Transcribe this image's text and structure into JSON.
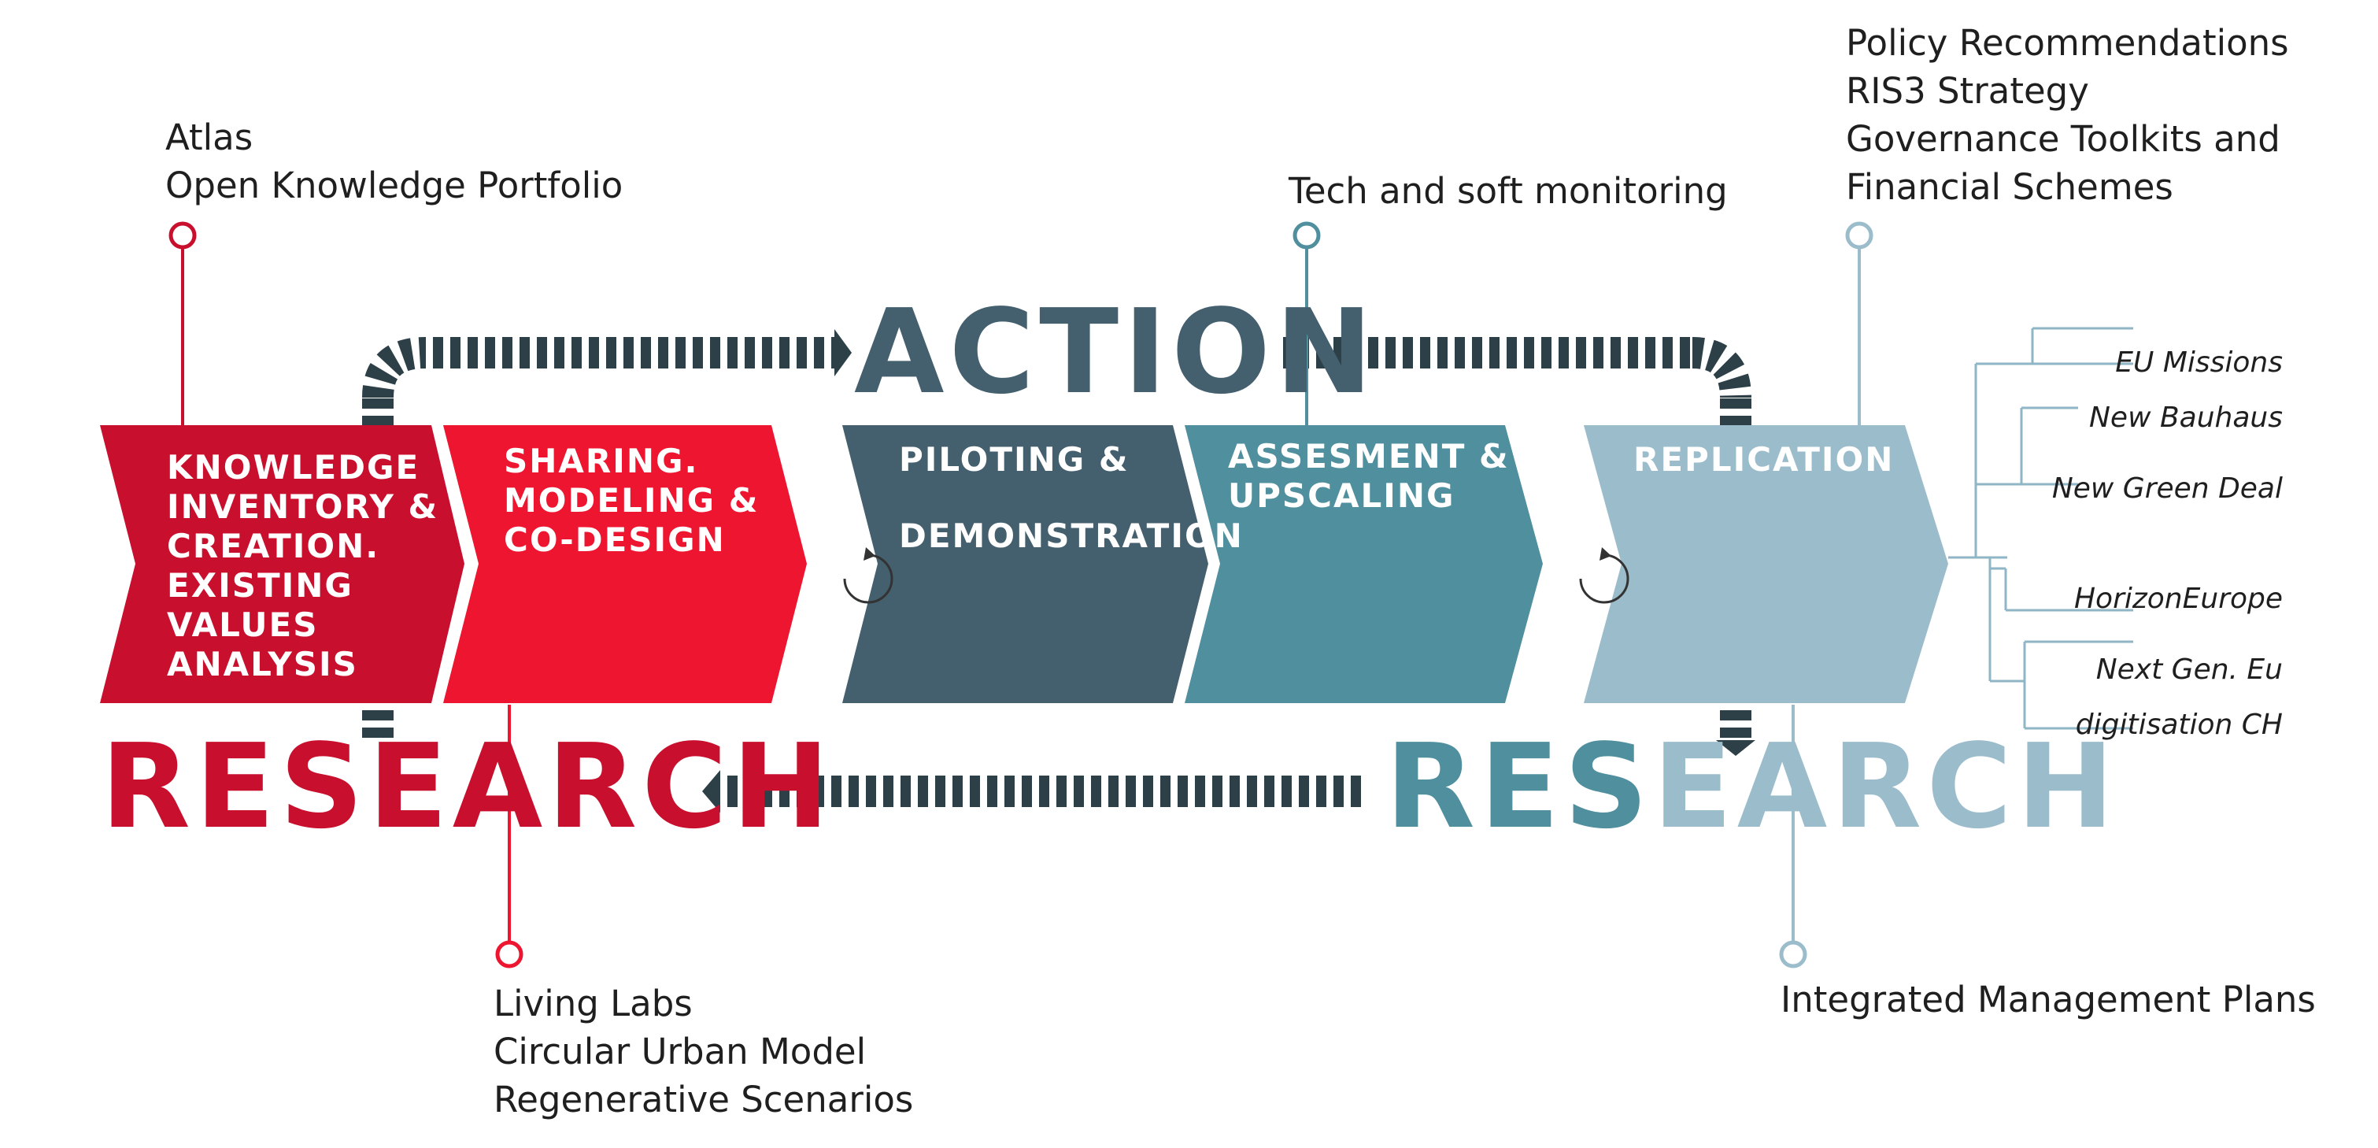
{
  "colors": {
    "red_dark": "#c8102e",
    "red": "#ee1530",
    "slate": "#445f6d",
    "teal": "#4f8f9e",
    "light_blue": "#9bbccb",
    "dashes": "#2d3f47",
    "text": "#1f1f1f"
  },
  "banner": {
    "action": "ACTION",
    "research_left": "RESEARCH",
    "research_right_a": "RES",
    "research_right_b": "EARCH"
  },
  "steps": [
    {
      "line1": "KNOWLEDGE",
      "line2": "INVENTORY &",
      "line3": "CREATION.",
      "line4": "EXISTING",
      "line5": "VALUES",
      "line6": "ANALYSIS"
    },
    {
      "line1": "SHARING.",
      "line2": "MODELING &",
      "line3": "CO-DESIGN"
    },
    {
      "line1": "PILOTING &",
      "line2": "DEMONSTRATION"
    },
    {
      "line1": "ASSESMENT &",
      "line2": "UPSCALING"
    },
    {
      "line1": "REPLICATION"
    }
  ],
  "notes": {
    "knowledge": [
      "Atlas",
      "Open Knowledge Portfolio"
    ],
    "sharing": [
      "Living Labs",
      "Circular Urban Model",
      "Regenerative Scenarios"
    ],
    "assessment": [
      "Tech and soft monitoring"
    ],
    "replication_top": [
      "Policy Recommendations",
      "RIS3 Strategy",
      "Governance Toolkits and",
      "Financial Schemes"
    ],
    "replication_bottom": [
      "Integrated Management Plans"
    ]
  },
  "eu_tree": [
    "EU Missions",
    "New Bauhaus",
    "New Green Deal",
    "HorizonEurope",
    "Next Gen. Eu",
    "digitisation CH"
  ],
  "icons": {
    "cycle": "cycle-arrow-icon"
  }
}
